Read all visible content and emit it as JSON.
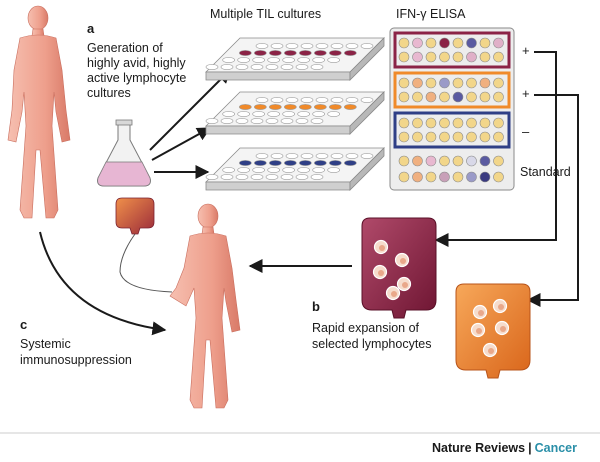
{
  "labels": {
    "step_a_letter": "a",
    "step_a_line1": "Generation of",
    "step_a_line2": "highly avid, highly",
    "step_a_line3": "active lymphocyte",
    "step_a_line4": "cultures",
    "til_title": "Multiple TIL cultures",
    "elisa_title": "IFN-γ ELISA",
    "elisa_signs": [
      "+",
      "+",
      "–"
    ],
    "standard": "Standard",
    "step_b_letter": "b",
    "step_b_line1": "Rapid expansion of",
    "step_b_line2": "selected lymphocytes",
    "step_c_letter": "c",
    "step_c_line1": "Systemic",
    "step_c_line2": "immunosuppression"
  },
  "footer": {
    "brand": "Nature Reviews",
    "separator": "|",
    "section": "Cancer"
  },
  "colors": {
    "skin": "#f0a898",
    "skin_dark": "#d9796a",
    "maroon": "#8b2346",
    "orange": "#f08a2a",
    "navy": "#2f3f86",
    "tray_top": "#f2f2f2",
    "tray_side": "#c9c9c9",
    "footer_section": "#2a8fa8"
  },
  "elisa_rows": [
    {
      "border": "maroon",
      "wells": [
        "#f2d68a",
        "#e8b8d0",
        "#f2d68a",
        "#8b2346",
        "#f2d68a",
        "#5a5aa0",
        "#f2d68a",
        "#e0b0c8"
      ]
    },
    {
      "border": "maroon",
      "wells": [
        "#f2d68a",
        "#e8b8d0",
        "#f2d68a",
        "#f2d68a",
        "#f2d68a",
        "#e0b0c8",
        "#f2d68a",
        "#f2d68a"
      ]
    },
    {
      "border": "orange",
      "wells": [
        "#f2d68a",
        "#f0b080",
        "#f2d68a",
        "#9a9ac8",
        "#f2d68a",
        "#f2d68a",
        "#f0b080",
        "#f2d68a"
      ]
    },
    {
      "border": "orange",
      "wells": [
        "#f2d68a",
        "#f2d68a",
        "#f0b080",
        "#f2d68a",
        "#5a5aa0",
        "#f2d68a",
        "#f2d68a",
        "#f2d68a"
      ]
    },
    {
      "border": "navy",
      "wells": [
        "#f2d68a",
        "#f2d68a",
        "#f2d68a",
        "#f2d68a",
        "#f2d68a",
        "#f2d68a",
        "#f2d68a",
        "#f2d68a"
      ]
    },
    {
      "border": "navy",
      "wells": [
        "#f2d68a",
        "#f2d68a",
        "#f2d68a",
        "#f2d68a",
        "#f2d68a",
        "#f2d68a",
        "#f2d68a",
        "#f2d68a"
      ]
    },
    {
      "border": "none",
      "wells": [
        "#f2d68a",
        "#f0b080",
        "#e8b8d0",
        "#f2d68a",
        "#f2d68a",
        "#d8d8e8",
        "#5a5aa0",
        "#f2d68a"
      ]
    },
    {
      "border": "none",
      "wells": [
        "#f2d68a",
        "#f0b080",
        "#f2d68a",
        "#c8a0b8",
        "#f2d68a",
        "#9a9ac8",
        "#3a3a80",
        "#f2d68a"
      ]
    }
  ]
}
